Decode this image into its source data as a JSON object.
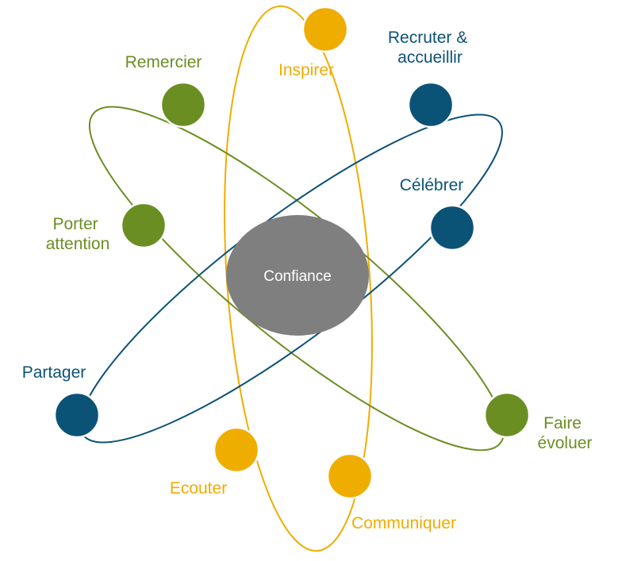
{
  "colors": {
    "green": "#6b8e23",
    "blue": "#0b5277",
    "gold": "#efad00",
    "center": "#7f7f7f",
    "center_text": "#ffffff"
  },
  "center": {
    "label": "Confiance"
  },
  "groups": {
    "green": {
      "nodes": [
        {
          "label_lines": [
            "Remercier"
          ]
        },
        {
          "label_lines": [
            "Porter",
            "attention"
          ]
        },
        {
          "label_lines": [
            "Faire",
            "évoluer"
          ]
        }
      ]
    },
    "blue": {
      "nodes": [
        {
          "label_lines": [
            "Recruter &",
            "accueillir"
          ]
        },
        {
          "label_lines": [
            "Célébrer"
          ]
        },
        {
          "label_lines": [
            "Partager"
          ]
        }
      ]
    },
    "gold": {
      "nodes": [
        {
          "label_lines": [
            "Inspirer"
          ]
        },
        {
          "label_lines": [
            "Ecouter"
          ]
        },
        {
          "label_lines": [
            "Communiquer"
          ]
        }
      ]
    }
  }
}
